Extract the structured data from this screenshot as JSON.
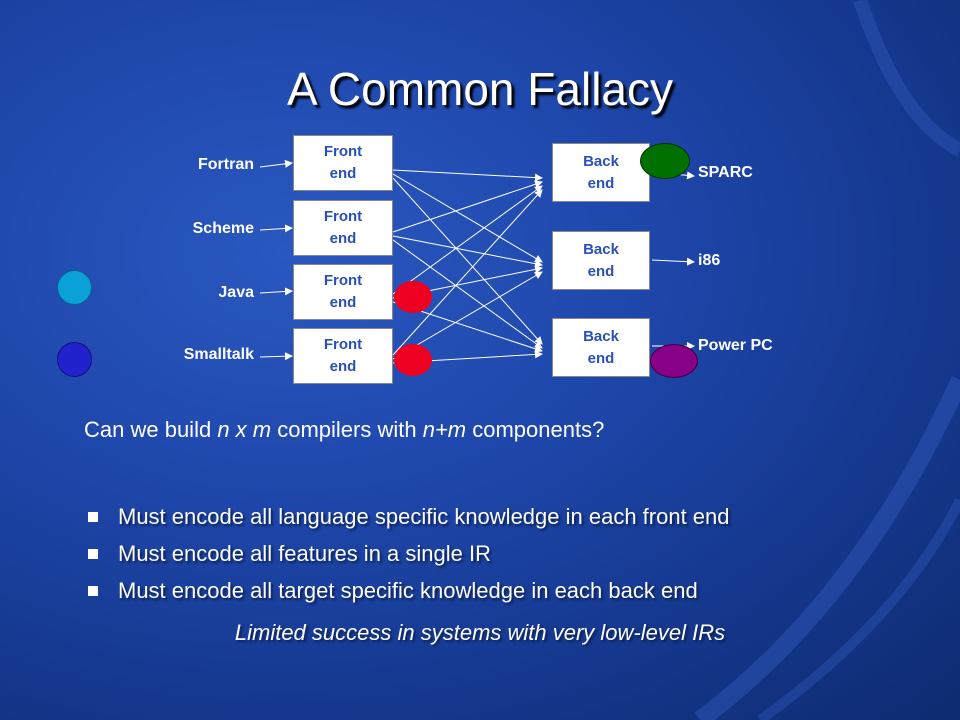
{
  "slide": {
    "title": "A Common Fallacy",
    "languages": [
      "Fortran",
      "Scheme",
      "Java",
      "Smalltalk"
    ],
    "front_end_label": "Front\nend",
    "back_end_label": "Back\nend",
    "targets": [
      "SPARC",
      "i86",
      "Power PC"
    ],
    "question": {
      "prefix": "Can we build ",
      "nm": "n x m",
      "middle": " compilers with ",
      "npm": "n+m",
      "suffix": " components?"
    },
    "bullets": [
      "Must encode all language specific knowledge in each front end",
      "Must encode all features in a single IR",
      "Must encode all target specific knowledge in each back end"
    ],
    "conclusion": "Limited success in systems with very low-level IRs"
  },
  "colors": {
    "background": "#1f48ad",
    "box_text": "#2a50b8",
    "dot_cyan": "#0aa0d8",
    "dot_blue": "#2222cc",
    "dot_red": "#ee0022",
    "dot_green": "#007000",
    "dot_purple": "#880088"
  }
}
